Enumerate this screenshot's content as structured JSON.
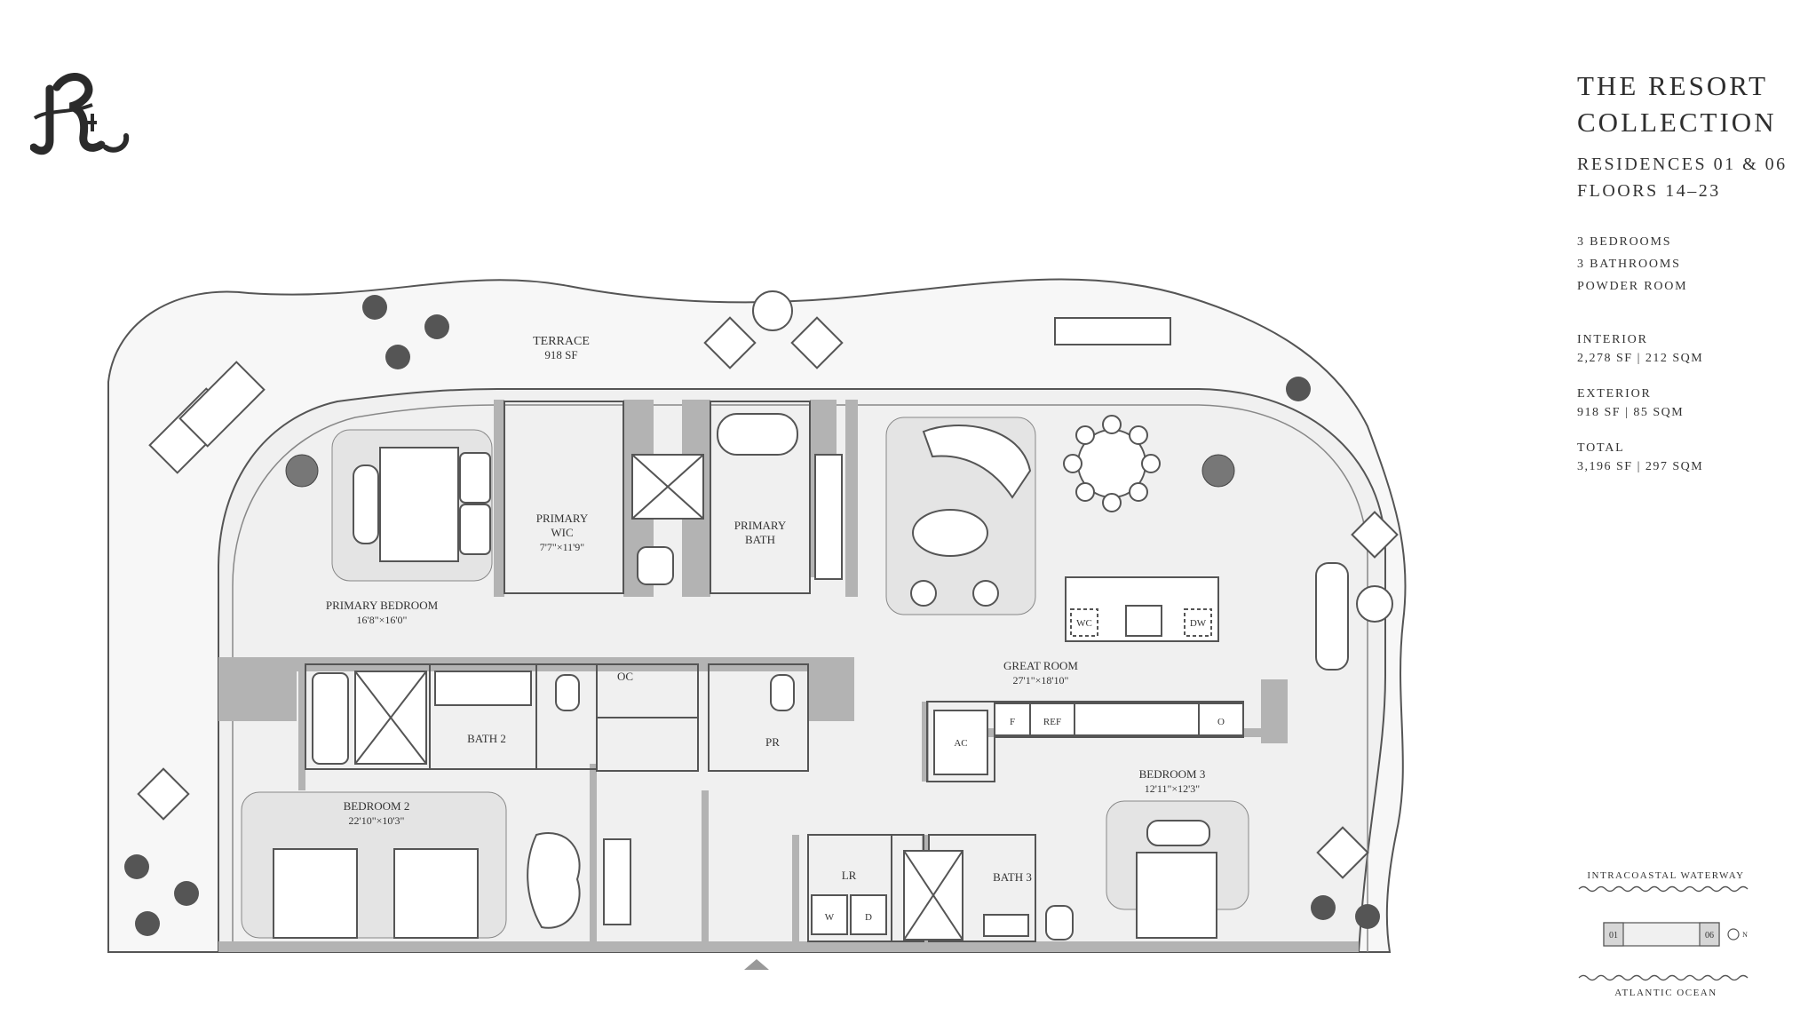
{
  "header": {
    "title_line1": "THE RESORT",
    "title_line2": "COLLECTION",
    "residences": "RESIDENCES 01 & 06",
    "floors": "FLOORS 14–23"
  },
  "features": [
    "3 BEDROOMS",
    "3 BATHROOMS",
    "POWDER ROOM"
  ],
  "stats": {
    "interior_label": "INTERIOR",
    "interior_value": "2,278 SF | 212 SQM",
    "exterior_label": "EXTERIOR",
    "exterior_value": "918 SF | 85 SQM",
    "total_label": "TOTAL",
    "total_value": "3,196 SF | 297 SQM"
  },
  "rooms": {
    "terrace": {
      "name": "TERRACE",
      "size": "918 SF"
    },
    "primary_bedroom": {
      "name": "PRIMARY BEDROOM",
      "size": "16'8\"×16'0\""
    },
    "primary_wic": {
      "name_1": "PRIMARY",
      "name_2": "WIC",
      "size": "7'7\"×11'9\""
    },
    "primary_bath": {
      "name_1": "PRIMARY",
      "name_2": "BATH"
    },
    "great_room": {
      "name": "GREAT ROOM",
      "size": "27'1\"×18'10\""
    },
    "bath_2": {
      "name": "BATH 2"
    },
    "oc": {
      "name": "OC"
    },
    "pr": {
      "name": "PR"
    },
    "bedroom_2": {
      "name": "BEDROOM 2",
      "size": "22'10\"×10'3\""
    },
    "bedroom_3": {
      "name": "BEDROOM 3",
      "size": "12'11\"×12'3\""
    },
    "bath_3": {
      "name": "BATH 3"
    },
    "lr": {
      "name": "LR"
    }
  },
  "fixtures": {
    "wc": "WC",
    "dw": "DW",
    "ac": "AC",
    "f": "F",
    "ref": "REF",
    "o": "O",
    "w": "W",
    "d": "D"
  },
  "orientation": {
    "top_label": "INTRACOASTAL WATERWAY",
    "bottom_label": "ATLANTIC OCEAN",
    "unit_left": "01",
    "unit_right": "06",
    "north": "N"
  },
  "colors": {
    "wall": "#b3b3b3",
    "floor": "#f1f1f1",
    "terrace": "#f6f6f6",
    "line": "#555555",
    "rug": "#e6e6e6"
  }
}
